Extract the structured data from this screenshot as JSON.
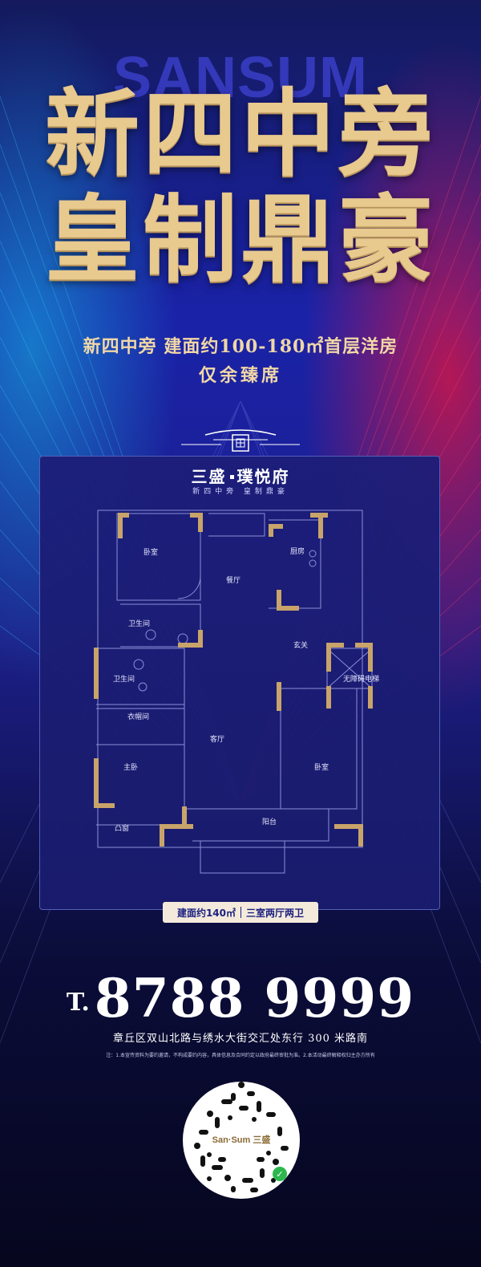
{
  "brand_watermark": "SANSUM",
  "headline": {
    "line1": "新四中旁",
    "line2": "皇制鼎豪"
  },
  "subheadline": {
    "line1": "新四中旁  建面约100-180㎡首层洋房",
    "line2": "仅余臻席"
  },
  "card": {
    "title_left": "三盛",
    "title_right": "璞悦府",
    "tagline": "新四中旁  皇制鼎豪"
  },
  "floorplan": {
    "rooms": [
      {
        "key": "bedroom_nw",
        "label": "卧室"
      },
      {
        "key": "kitchen",
        "label": "厨房"
      },
      {
        "key": "dining",
        "label": "餐厅"
      },
      {
        "key": "bath1",
        "label": "卫生间"
      },
      {
        "key": "bath2",
        "label": "卫生间"
      },
      {
        "key": "foyer",
        "label": "玄关"
      },
      {
        "key": "elevator",
        "label": "无障碍电梯"
      },
      {
        "key": "closet",
        "label": "衣帽间"
      },
      {
        "key": "master",
        "label": "主卧"
      },
      {
        "key": "living",
        "label": "客厅"
      },
      {
        "key": "bedroom_e",
        "label": "卧室"
      },
      {
        "key": "balcony",
        "label": "阳台"
      },
      {
        "key": "bay",
        "label": "凸窗"
      }
    ]
  },
  "area_pill": {
    "area": "建面约140㎡",
    "layout": "三室两厅两卫"
  },
  "contact": {
    "prefix": "T.",
    "phone": "8788 9999",
    "address": "章丘区双山北路与绣水大街交汇处东行 300 米路南",
    "note": "注：1.本宣传资料为要约邀请，不构成要约内容，具体信息及合同约定以政府最终审批为准。2.本活动最终解释权归主办方所有"
  },
  "qr": {
    "center_label": "San·Sum 三盛",
    "badge_icon": "mini-program-icon"
  },
  "colors": {
    "gold": "#e8c98e",
    "wall_gold": "#c8a46a",
    "navy": "#1b1f80",
    "red_glow": "#e6143c",
    "cyan_glow": "#14bee6"
  }
}
